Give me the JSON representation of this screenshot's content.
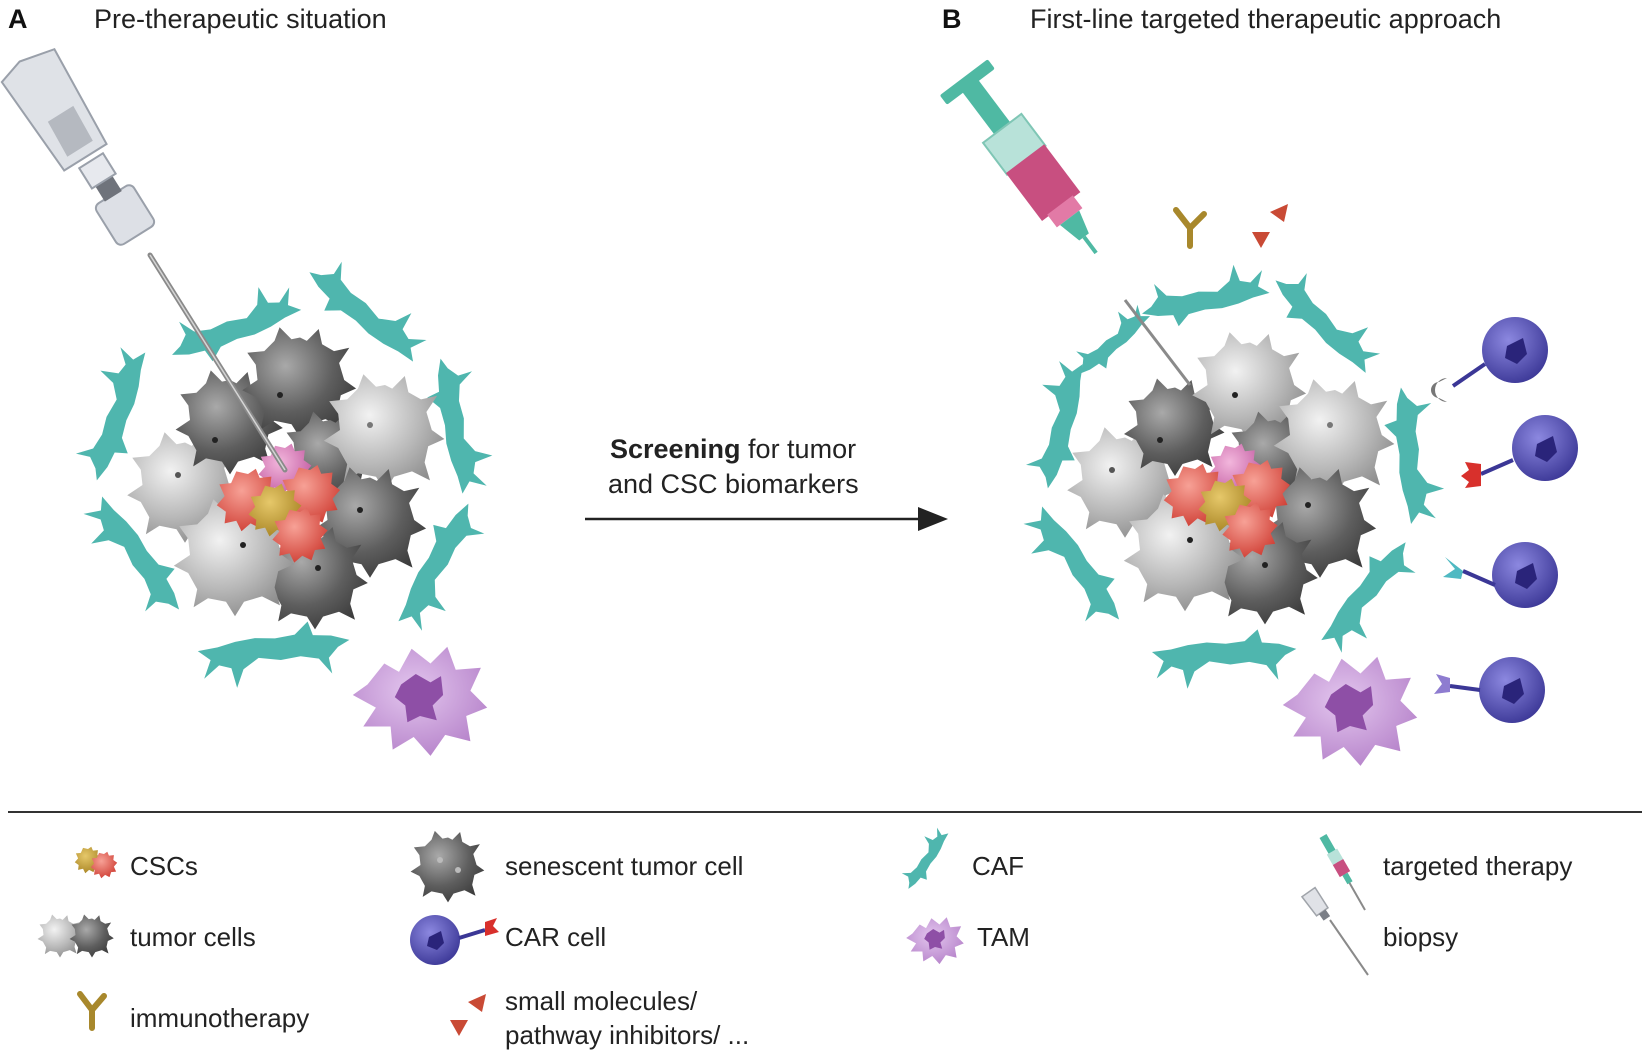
{
  "panel_a": {
    "letter": "A",
    "title": "Pre-therapeutic situation"
  },
  "panel_b": {
    "letter": "B",
    "title": "First-line targeted therapeutic approach"
  },
  "arrow_label": {
    "bold_part": "Screening",
    "rest_line1": " for tumor",
    "line2": "and CSC biomarkers"
  },
  "legend": {
    "cscs": "CSCs",
    "tumor_cells": "tumor cells",
    "immunotherapy": "immunotherapy",
    "senescent": "senescent tumor cell",
    "car_cell": "CAR cell",
    "small_molecules_line1": "small molecules/",
    "small_molecules_line2": "pathway inhibitors/ ...",
    "caf": "CAF",
    "tam": "TAM",
    "targeted_therapy": "targeted therapy",
    "biopsy": "biopsy"
  },
  "colors": {
    "caf": "#4fb6ae",
    "tam": "#b784cc",
    "tam_nucleus": "#8e4fa6",
    "car_cell": "#4b47a8",
    "car_nucleus": "#2a247a",
    "csc_red": "#e0594e",
    "csc_gold": "#c8a23a",
    "csc_pink": "#d877b5",
    "antibody": "#a8882c",
    "small_molecule": "#c94a35",
    "syringe_teal": "#4fb9a3",
    "syringe_pink": "#c84f80"
  },
  "icons": [
    "biopsy-needle-icon",
    "syringe-icon",
    "antibody-icon",
    "small-molecule-icon",
    "car-cell-icon",
    "caf-icon",
    "tam-icon",
    "tumor-cell-icon",
    "csc-icon"
  ]
}
